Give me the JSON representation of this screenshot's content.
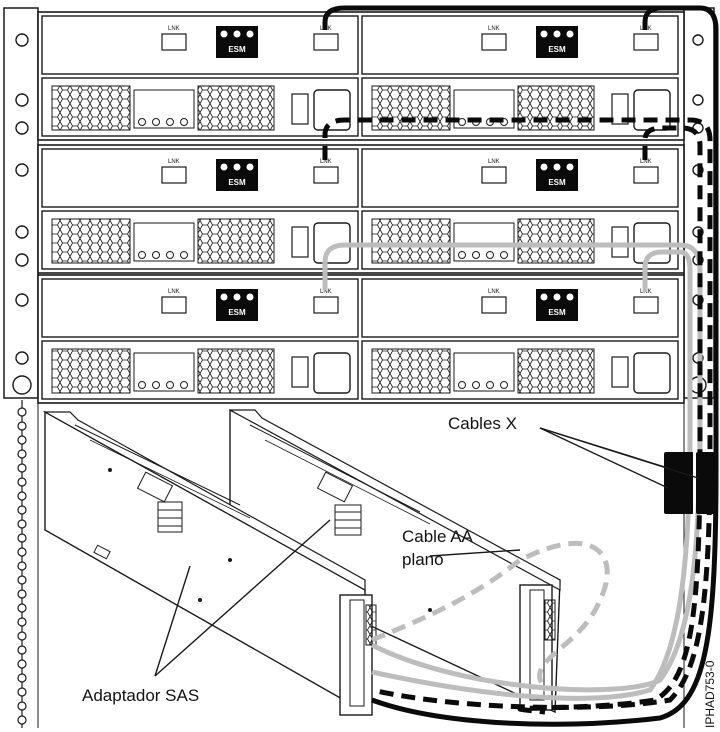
{
  "labels": {
    "cables_x": "Cables X",
    "cable_aa_line1": "Cable AA",
    "cable_aa_line2": "plano",
    "adaptador_sas": "Adaptador SAS",
    "figure_code": "IPHAD753-0"
  },
  "enclosure": {
    "esm_label": "ESM",
    "port_label": "LNK"
  },
  "colors": {
    "outline": "#1a1a1a",
    "cable_black": "#0a0a0a",
    "cable_gray": "#bdbdbd",
    "background": "#ffffff"
  }
}
